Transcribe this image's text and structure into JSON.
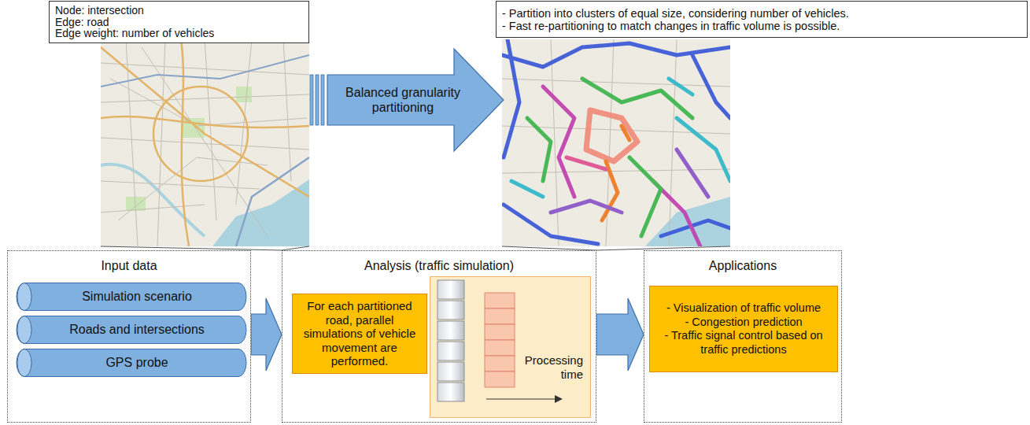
{
  "diagram": {
    "nodes": [
      {
        "text": [
          "Node: intersection",
          "Edge: road",
          "Edge weight: number of vehicles"
        ]
      },
      {
        "text": [
          "Balanced granularity partitioning"
        ]
      },
      {
        "text": [
          "- Partition into clusters of equal size, considering number of vehicles.",
          "- Fast re-partitioning to match changes in traffic volume is possible."
        ]
      },
      {
        "text": [
          "Input data"
        ]
      },
      {
        "text": [
          "Simulation scenario"
        ],
        "in": 3
      },
      {
        "text": [
          "Roads and intersections"
        ],
        "in": 3
      },
      {
        "text": [
          "GPS probe"
        ],
        "in": 3
      },
      {
        "text": [
          "Analysis (traffic simulation)"
        ]
      },
      {
        "text": [
          "For each partitioned road, parallel simulations of vehicle movement are performed."
        ],
        "in": 7
      },
      {
        "text": [
          "Processing time"
        ],
        "in": 7
      },
      {
        "text": [
          "Applications"
        ]
      },
      {
        "text": [
          "- Visualization of traffic volume",
          "- Congestion prediction",
          "- Traffic signal control based on traffic predictions"
        ],
        "in": 10
      }
    ],
    "edges": [
      {
        "from": 3,
        "to": 7,
        "arrow": "to"
      },
      {
        "from": 7,
        "to": 10,
        "arrow": "to"
      }
    ]
  }
}
